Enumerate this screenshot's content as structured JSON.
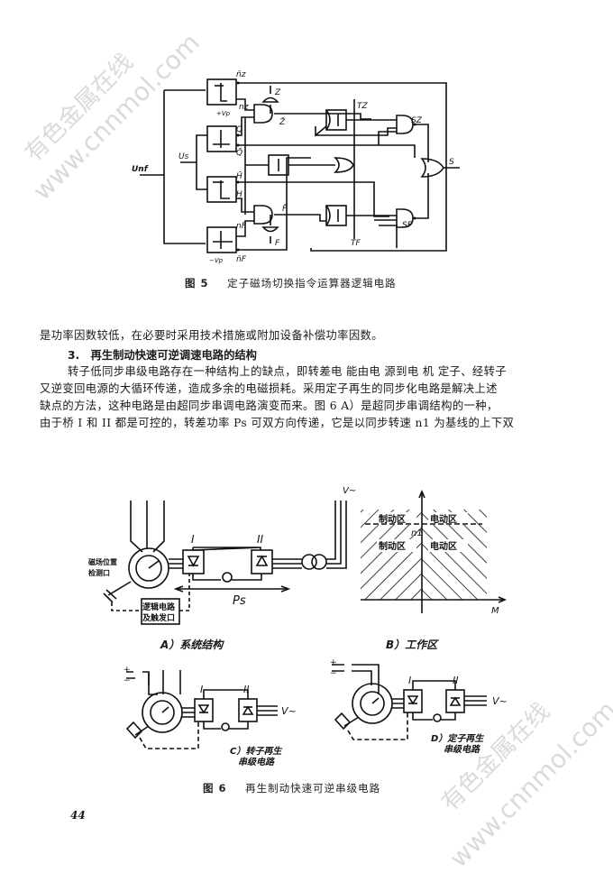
{
  "watermark": {
    "brand_cn": "有色金属在线",
    "brand_url": "www.cnnmol.com"
  },
  "figure5": {
    "labels": {
      "n_z_bar": "n̄z",
      "n_z": "nz",
      "plus_vp": "+Vp",
      "minus_vp": "−Vp",
      "z_out": "Z",
      "z_bar": "Z̄",
      "q": "Q",
      "q_bar": "Q̄",
      "h_bar": "H̄",
      "h": "H",
      "n_f": "nF",
      "n_f_bar": "n̄F",
      "f_bar": "F̄",
      "f_out": "F",
      "u_nf": "Unf",
      "u_s": "Us",
      "t_z": "TZ",
      "t_f": "TF",
      "s_z": "SZ",
      "s_f": "SF",
      "s": "S"
    },
    "caption_number": "图 5",
    "caption_text": "定子磁场切换指令运算器逻辑电路"
  },
  "body": {
    "para_tail": "是功率因数较低，在必要时采用技术措施或附加设备补偿功率因数。",
    "section_heading": "3.　再生制动快速可逆调速电路的结构",
    "para_lines": [
      "转子低同步串级电路存在一种结构上的缺点，即转差电 能由电 源到电 机 定子、经转子",
      "又逆变回电源的大循环传递，造成多余的电磁损耗。采用定子再生的同步化电路是解决上述",
      "缺点的方法，这种电路是由超同步串调电路演变而来。图 6 A）是超同步串调结构的一种，",
      "由于桥 I 和 II 都是可控的，转差功率 Ps 可双方向传递，它是以同步转速 n1 为基线的上下双"
    ]
  },
  "figure6": {
    "panel_a": {
      "caption": "A）系统结构",
      "sensor_label_1": "磁场位置",
      "sensor_label_2": "检测口",
      "logic_label_1": "逻辑电路",
      "logic_label_2": "及触发口",
      "bridge_1": "I",
      "bridge_2": "II",
      "power_label": "Ps",
      "supply_label": "V~"
    },
    "panel_b": {
      "caption": "B）工作区",
      "region_brake_top": "制动区",
      "region_motor_top": "电动区",
      "region_brake_bottom": "制动区",
      "region_motor_bottom": "电动区",
      "speed_label": "n1",
      "torque_label": "M"
    },
    "panel_c": {
      "caption_1": "C）转子再生",
      "caption_2": "串级电路",
      "bridge_1": "I",
      "bridge_2": "II",
      "supply_label": "V~",
      "plus": "+",
      "minus": "−"
    },
    "panel_d": {
      "caption_1": "D）定子再生",
      "caption_2": "串级电路",
      "bridge_1": "I",
      "bridge_2": "II",
      "supply_label": "V~",
      "plus": "+",
      "minus": "−"
    },
    "caption_number": "图 6",
    "caption_text": "再生制动快速可逆串级电路"
  },
  "page_number": "44"
}
